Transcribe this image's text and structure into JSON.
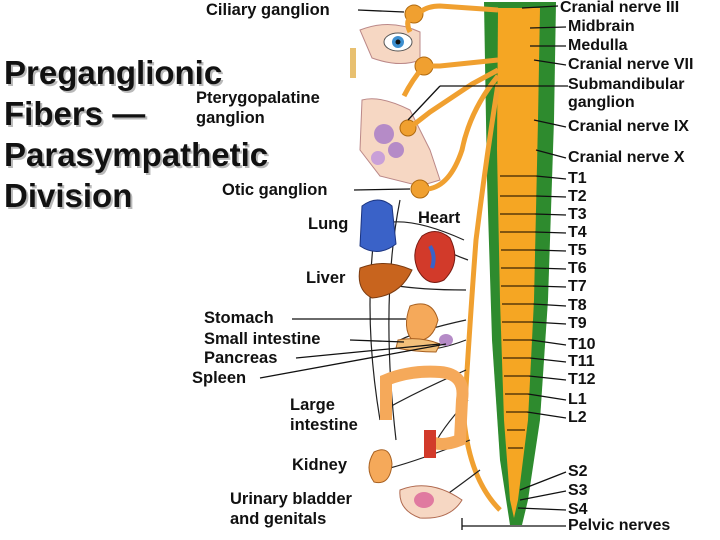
{
  "title": {
    "line1": "Preganglionic",
    "line2": "Fibers —",
    "line3": "Parasympathetic",
    "line4": "Division"
  },
  "labels": {
    "ciliary_ganglion": "Ciliary ganglion",
    "pterygopalatine_1": "Pterygopalatine",
    "pterygopalatine_2": "ganglion",
    "otic_ganglion": "Otic ganglion",
    "lung": "Lung",
    "heart": "Heart",
    "liver": "Liver",
    "stomach": "Stomach",
    "small_intestine": "Small intestine",
    "pancreas": "Pancreas",
    "spleen": "Spleen",
    "large_intestine_1": "Large",
    "large_intestine_2": "intestine",
    "kidney": "Kidney",
    "bladder_1": "Urinary bladder",
    "bladder_2": "and genitals"
  },
  "cord_labels": {
    "cranial_iii": "Cranial nerve III",
    "midbrain": "Midbrain",
    "medulla": "Medulla",
    "cranial_vii": "Cranial nerve VII",
    "submandibular_1": "Submandibular",
    "submandibular_2": "ganglion",
    "cranial_ix": "Cranial nerve IX",
    "cranial_x": "Cranial nerve X",
    "thoracic": [
      "T1",
      "T2",
      "T3",
      "T4",
      "T5",
      "T6",
      "T7",
      "T8",
      "T9",
      "T10",
      "T11",
      "T12"
    ],
    "lumbar": [
      "L1",
      "L2"
    ],
    "sacral": [
      "S2",
      "S3",
      "S4"
    ],
    "pelvic": "Pelvic nerves"
  },
  "colors": {
    "cord_green": "#2e8b2e",
    "cord_orange": "#f5a623",
    "nerve_orange": "#f0a030",
    "lung_blue": "#3a62c8",
    "heart_red": "#d23a2a",
    "liver_brown": "#c8641e",
    "gland_purple": "#b58bc7"
  }
}
